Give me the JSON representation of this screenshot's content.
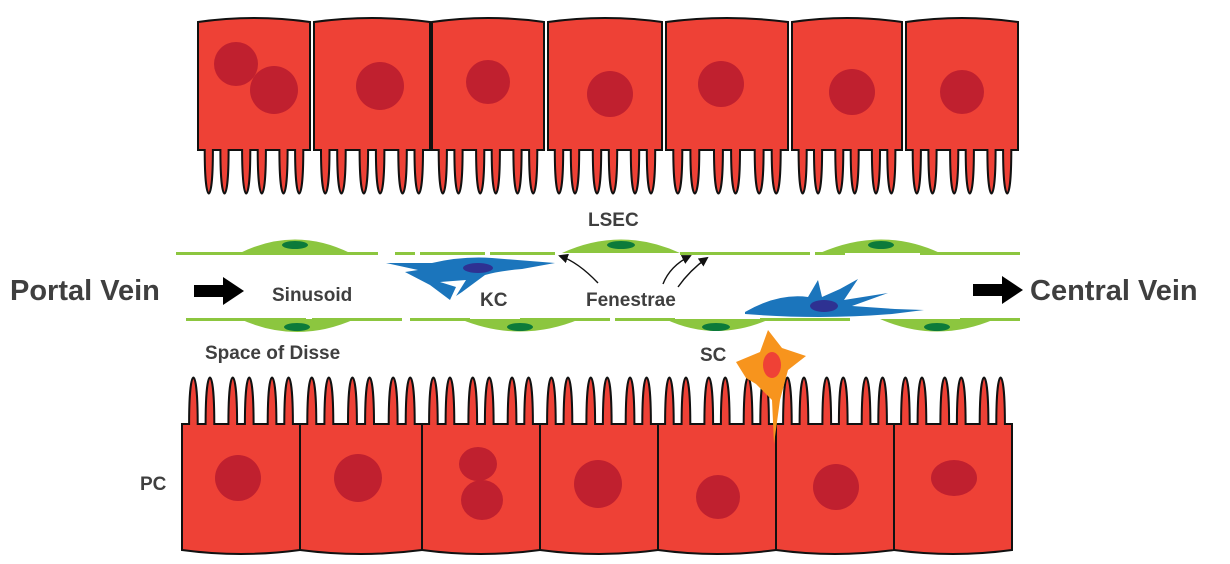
{
  "labels": {
    "portal_vein": "Portal Vein",
    "central_vein": "Central Vein",
    "sinusoid": "Sinusoid",
    "space_of_disse": "Space of Disse",
    "lsec": "LSEC",
    "kc": "KC",
    "fenestrae": "Fenestrae",
    "sc": "SC",
    "pc": "PC"
  },
  "colors": {
    "hepatocyte": "#EE4136",
    "nucleus": "#C0202F",
    "lsec": "#8CC63F",
    "lsec_nucleus": "#0C7A3A",
    "kupffer": "#1B75BC",
    "kupffer_nucleus": "#2E3192",
    "stellate": "#F7941D",
    "stellate_nucleus": "#EF4136",
    "text": "#3F3F3F"
  }
}
